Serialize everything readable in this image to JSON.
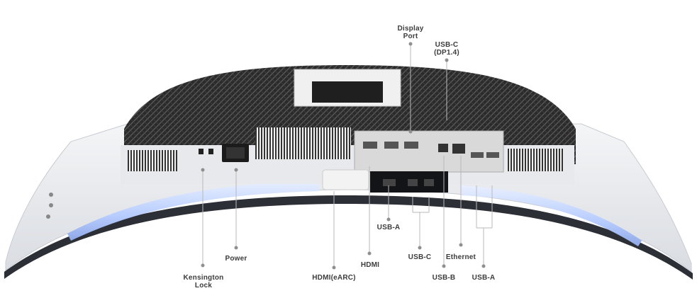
{
  "product_image": {
    "subject": "curved-monitor-rear-port-panel"
  },
  "port_labels": {
    "display_port": "Display\nPort",
    "usb_c_dp": "USB-C\n(DP1.4)",
    "usb_a_left": "USB-A",
    "power": "Power",
    "hdmi": "HDMI",
    "usb_c": "USB-C",
    "ethernet": "Ethernet",
    "kensington_lock": "Kensington\nLock",
    "hdmi_earc": "HDMI(eARC)",
    "usb_b": "USB-B",
    "usb_a_right": "USB-A"
  },
  "colors": {
    "bezel": "#e9ebee",
    "mesh": "#2b2b2b",
    "backlight": "#bcd2ff",
    "label_text": "#3c3c3c",
    "leader": "#b9b9b9"
  }
}
